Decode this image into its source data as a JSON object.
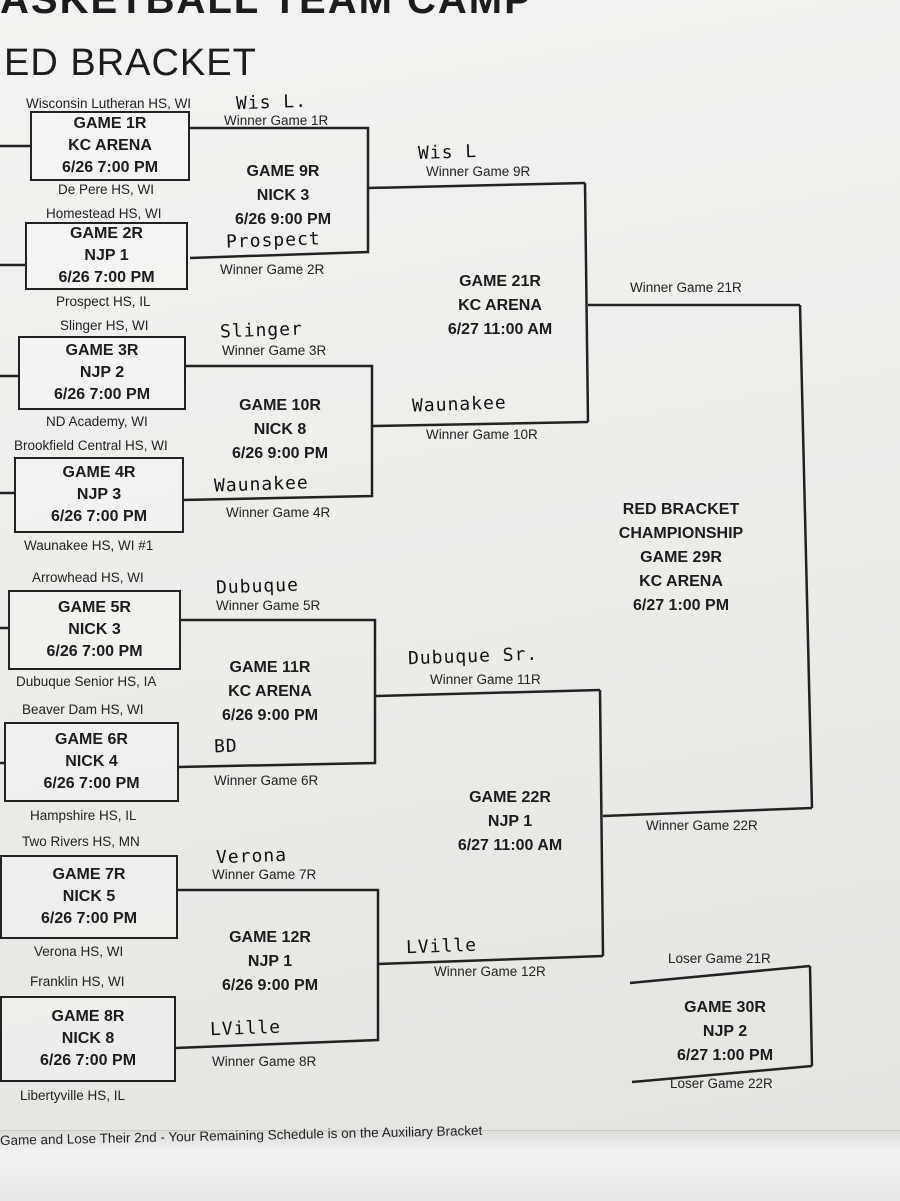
{
  "header": {
    "title_fragment": "ASKETBALL TEAM CAMP",
    "bracket_title": "ED BRACKET"
  },
  "first_round": [
    {
      "top_team": "Wisconsin Lutheran HS, WI",
      "game": "GAME 1R",
      "site": "KC ARENA",
      "time": "6/26 7:00 PM",
      "bottom_team": "De Pere HS, WI"
    },
    {
      "top_team": "Homestead HS, WI",
      "game": "GAME 2R",
      "site": "NJP 1",
      "time": "6/26 7:00 PM",
      "bottom_team": "Prospect HS, IL"
    },
    {
      "top_team": "Slinger HS, WI",
      "game": "GAME 3R",
      "site": "NJP 2",
      "time": "6/26 7:00 PM",
      "bottom_team": "ND Academy, WI"
    },
    {
      "top_team": "Brookfield Central HS, WI",
      "game": "GAME 4R",
      "site": "NJP 3",
      "time": "6/26 7:00 PM",
      "bottom_team": "Waunakee HS, WI #1"
    },
    {
      "top_team": "Arrowhead HS, WI",
      "game": "GAME 5R",
      "site": "NICK 3",
      "time": "6/26 7:00 PM",
      "bottom_team": "Dubuque Senior HS, IA"
    },
    {
      "top_team": "Beaver Dam HS, WI",
      "game": "GAME 6R",
      "site": "NICK 4",
      "time": "6/26 7:00 PM",
      "bottom_team": "Hampshire HS, IL"
    },
    {
      "top_team": "Two Rivers HS, MN",
      "game": "GAME 7R",
      "site": "NICK 5",
      "time": "6/26 7:00 PM",
      "bottom_team": "Verona HS, WI"
    },
    {
      "top_team": "Franklin HS, WI",
      "game": "GAME 8R",
      "site": "NICK 8",
      "time": "6/26 7:00 PM",
      "bottom_team": "Libertyville HS, IL"
    }
  ],
  "second_round": [
    {
      "game": "GAME 9R",
      "site": "NICK 3",
      "time": "6/26 9:00 PM",
      "top_slot": "Winner Game 1R",
      "bottom_slot": "Winner Game 2R",
      "top_hand": "Wis L.",
      "bottom_hand": "Prospect"
    },
    {
      "game": "GAME 10R",
      "site": "NICK 8",
      "time": "6/26 9:00 PM",
      "top_slot": "Winner Game 3R",
      "bottom_slot": "Winner Game 4R",
      "top_hand": "Slinger",
      "bottom_hand": "Waunakee"
    },
    {
      "game": "GAME 11R",
      "site": "KC ARENA",
      "time": "6/26 9:00 PM",
      "top_slot": "Winner Game 5R",
      "bottom_slot": "Winner Game 6R",
      "top_hand": "Dubuque",
      "bottom_hand": "BD"
    },
    {
      "game": "GAME 12R",
      "site": "NJP 1",
      "time": "6/26 9:00 PM",
      "top_slot": "Winner Game 7R",
      "bottom_slot": "Winner Game 8R",
      "top_hand": "Verona",
      "bottom_hand": "LVille"
    }
  ],
  "third_round": [
    {
      "game": "GAME 21R",
      "site": "KC ARENA",
      "time": "6/27 11:00 AM",
      "top_slot": "Winner Game 9R",
      "bottom_slot": "Winner Game 10R",
      "top_hand": "Wis L",
      "bottom_hand": "Waunakee"
    },
    {
      "game": "GAME 22R",
      "site": "NJP 1",
      "time": "6/27 11:00 AM",
      "top_slot": "Winner Game 11R",
      "bottom_slot": "Winner Game 12R",
      "top_hand": "Dubuque Sr.",
      "bottom_hand": "LVille"
    }
  ],
  "championship": {
    "line1": "RED BRACKET",
    "line2": "CHAMPIONSHIP",
    "game": "GAME 29R",
    "site": "KC ARENA",
    "time": "6/27 1:00 PM",
    "top_slot": "Winner Game 21R",
    "bottom_slot": "Winner Game 22R"
  },
  "consolation": {
    "game": "GAME 30R",
    "site": "NJP 2",
    "time": "6/27 1:00 PM",
    "top_slot": "Loser Game 21R",
    "bottom_slot": "Loser Game 22R"
  },
  "footer_note": "Game and Lose Their 2nd - Your Remaining Schedule is on the Auxiliary Bracket"
}
